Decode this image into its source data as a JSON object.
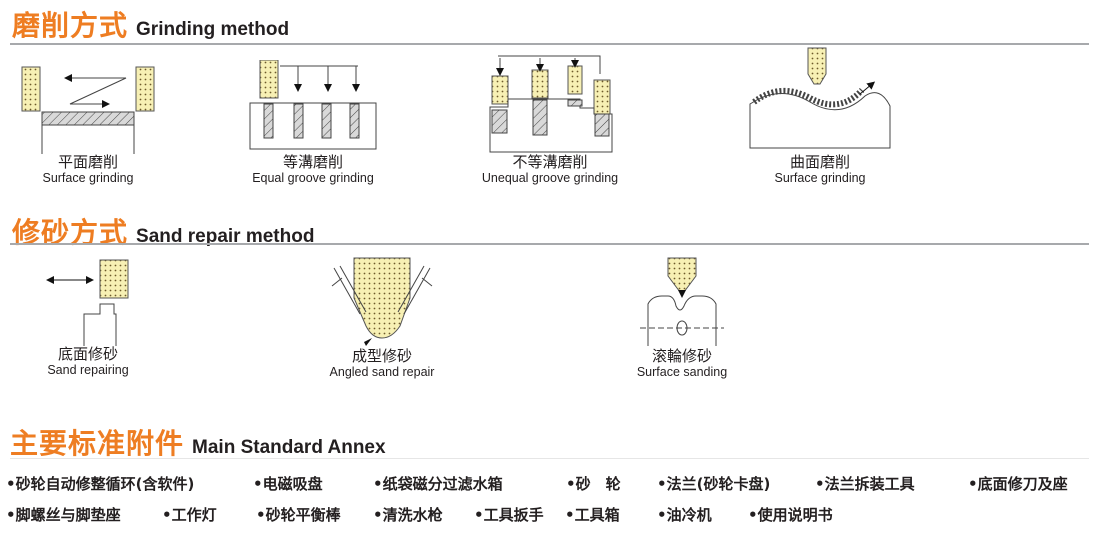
{
  "sections": {
    "grinding": {
      "title_zh": "磨削方式",
      "title_en": "Grinding method",
      "items": [
        {
          "zh": "平面磨削",
          "en": "Surface grinding"
        },
        {
          "zh": "等溝磨削",
          "en": "Equal groove grinding"
        },
        {
          "zh": "不等溝磨削",
          "en": "Unequal groove grinding"
        },
        {
          "zh": "曲面磨削",
          "en": "Surface grinding"
        }
      ]
    },
    "sand_repair": {
      "title_zh": "修砂方式",
      "title_en": "Sand repair method",
      "items": [
        {
          "zh": "底面修砂",
          "en": "Sand repairing"
        },
        {
          "zh": "成型修砂",
          "en": "Angled sand repair"
        },
        {
          "zh": "滚輪修砂",
          "en": "Surface sanding"
        }
      ]
    },
    "annex": {
      "title_zh": "主要标准附件",
      "title_en": "Main Standard Annex",
      "row1": [
        "•砂轮自动修整循环(含软件)",
        "•电磁吸盘",
        "•纸袋磁分过滤水箱",
        "•砂　轮",
        "•法兰(砂轮卡盘)",
        "•法兰拆装工具",
        "•底面修刀及座"
      ],
      "row2": [
        "•脚螺丝与脚垫座",
        "•工作灯",
        "•砂轮平衡棒",
        "•清洗水枪",
        "•工具扳手",
        "•工具箱",
        "•油冷机",
        "•使用说明书"
      ]
    }
  },
  "colors": {
    "accent": "#ee7d22",
    "wheel": "#f7f0b4",
    "rule": "#a7a9ac"
  }
}
